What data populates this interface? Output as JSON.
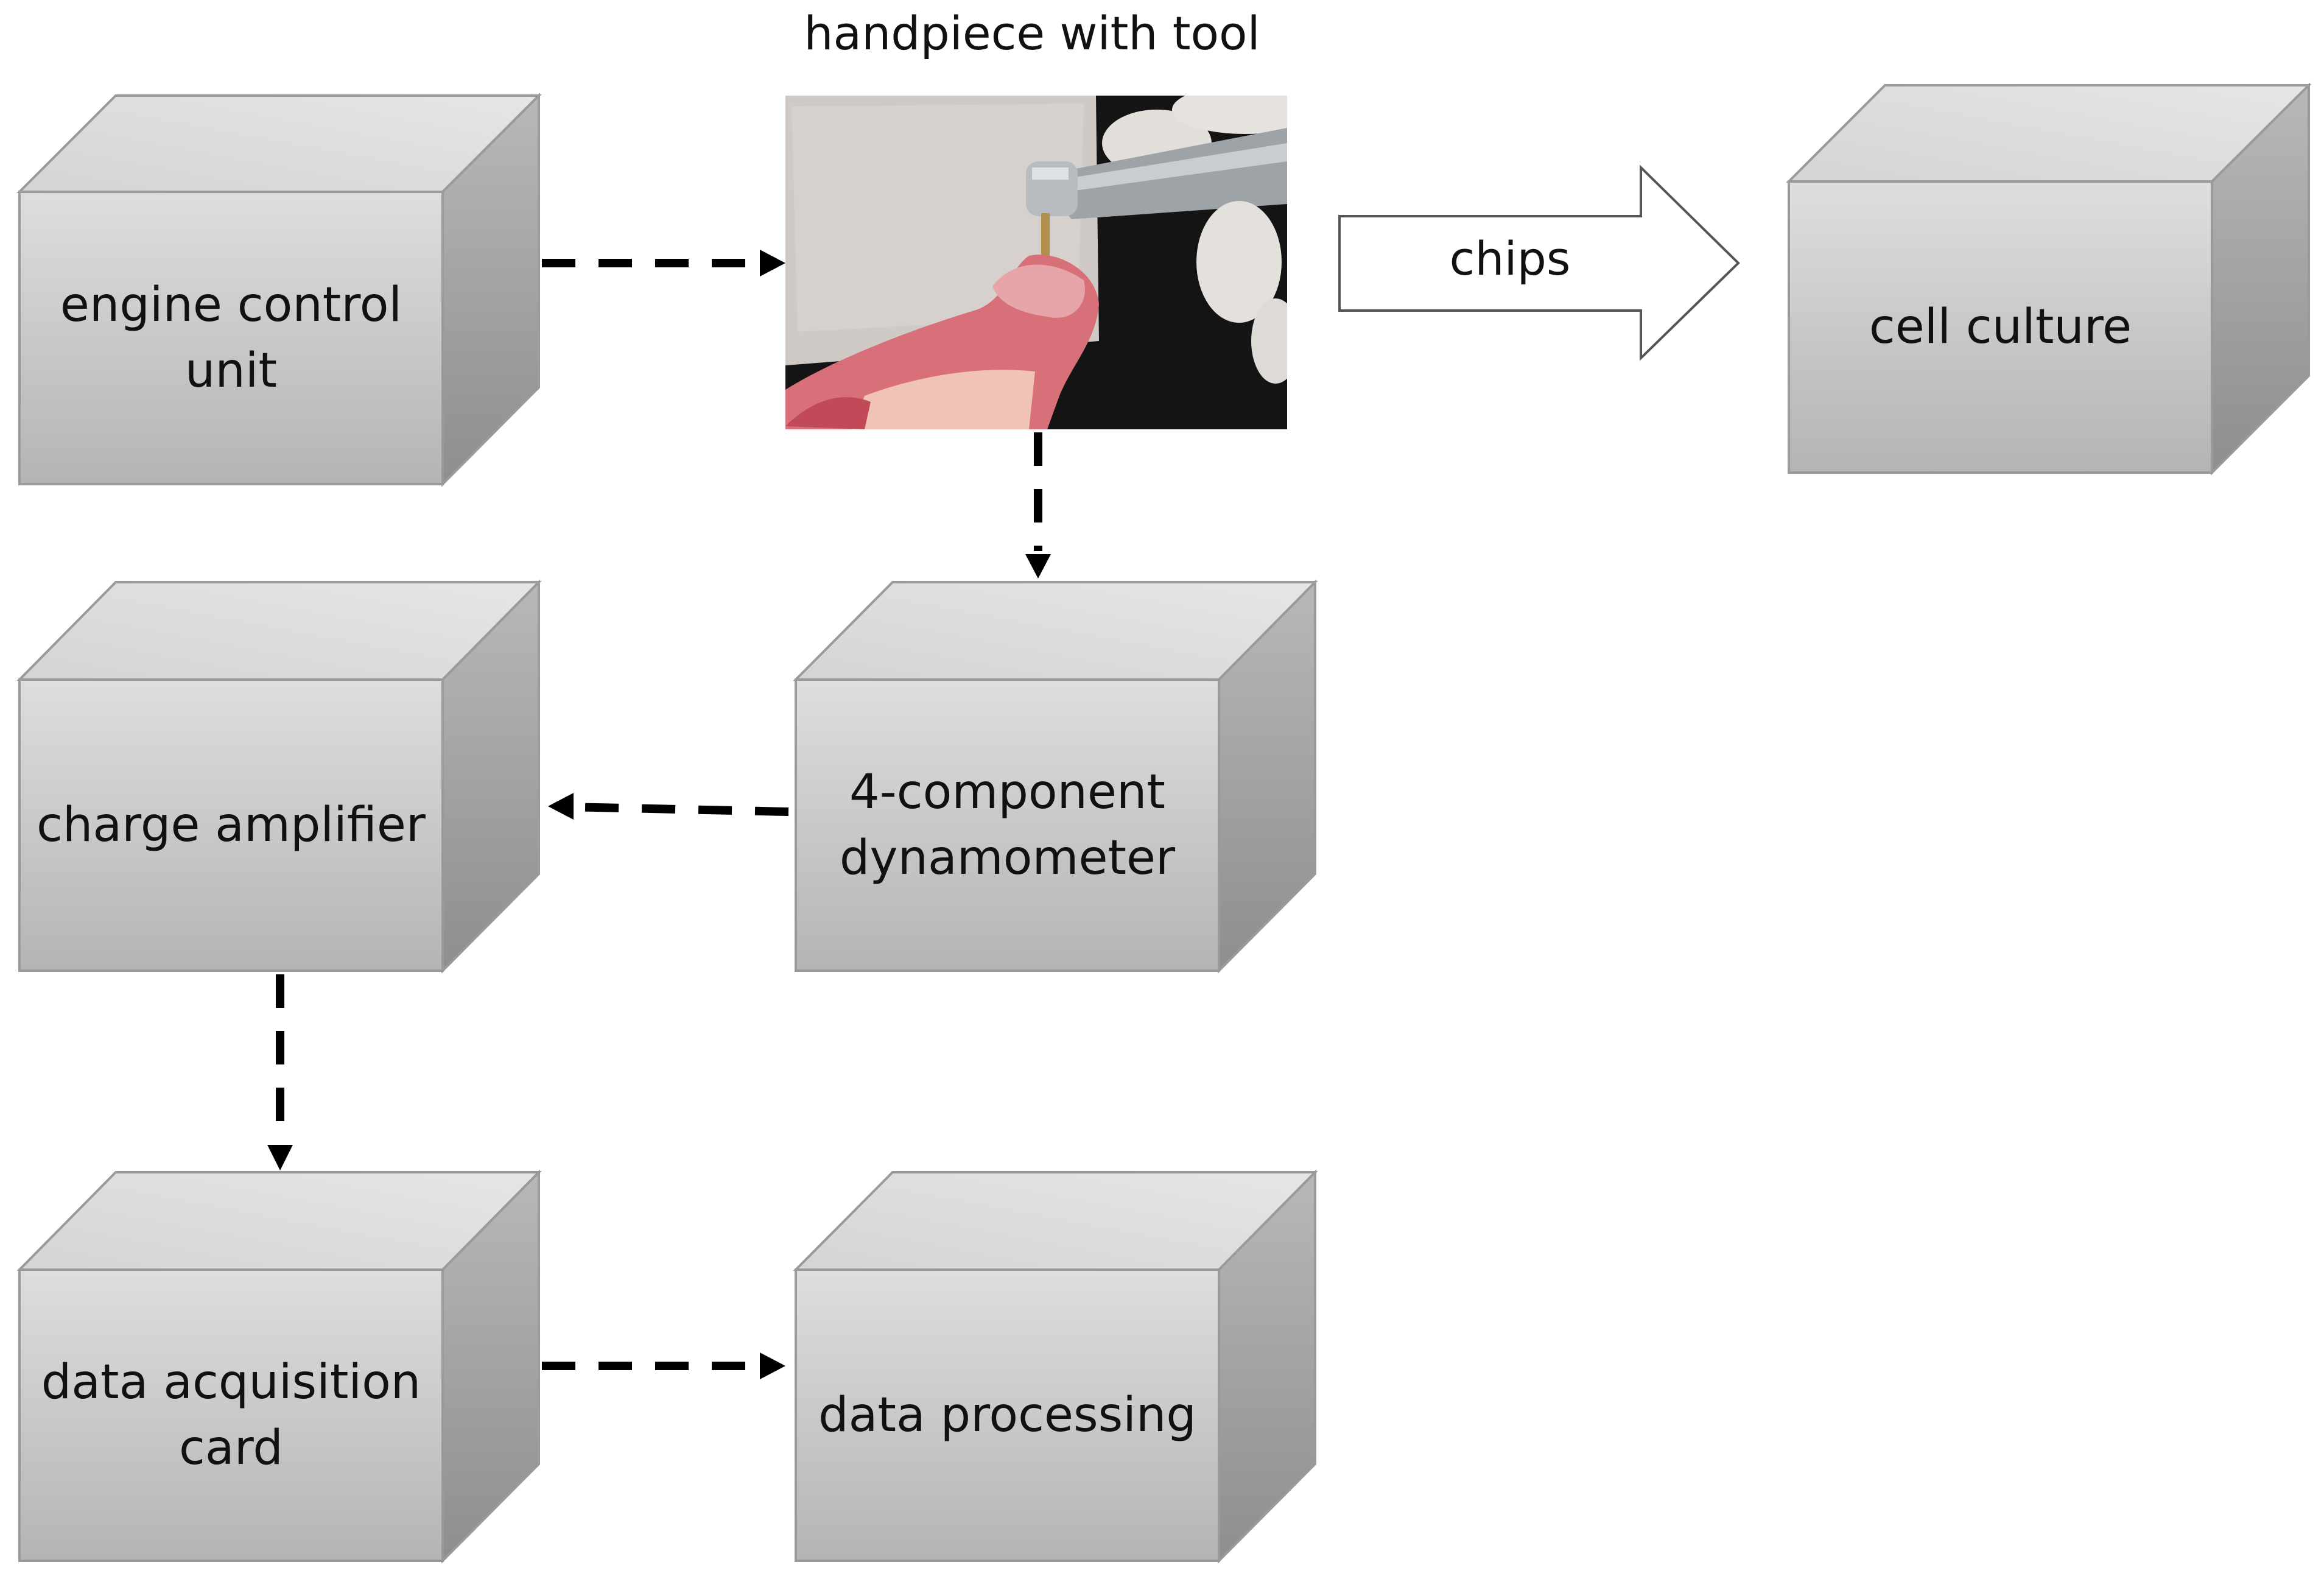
{
  "diagram": {
    "title_above_photo": "handpiece with tool",
    "boxes": {
      "engine_control_unit": "engine control\nunit",
      "cell_culture": "cell culture",
      "charge_amplifier": "charge amplifier",
      "dynamometer": "4-component\ndynamometer",
      "data_acquisition_card": "data acquisition\ncard",
      "data_processing": "data processing"
    },
    "chips_arrow_label": "chips",
    "photo_icon": "handpiece-drilling-bone-photo",
    "colors": {
      "box_front": "#c8c8c8",
      "box_top": "#dadada",
      "box_side": "#a4a4a4",
      "box_edge": "#9a9a9a",
      "arrow": "#000000"
    }
  }
}
